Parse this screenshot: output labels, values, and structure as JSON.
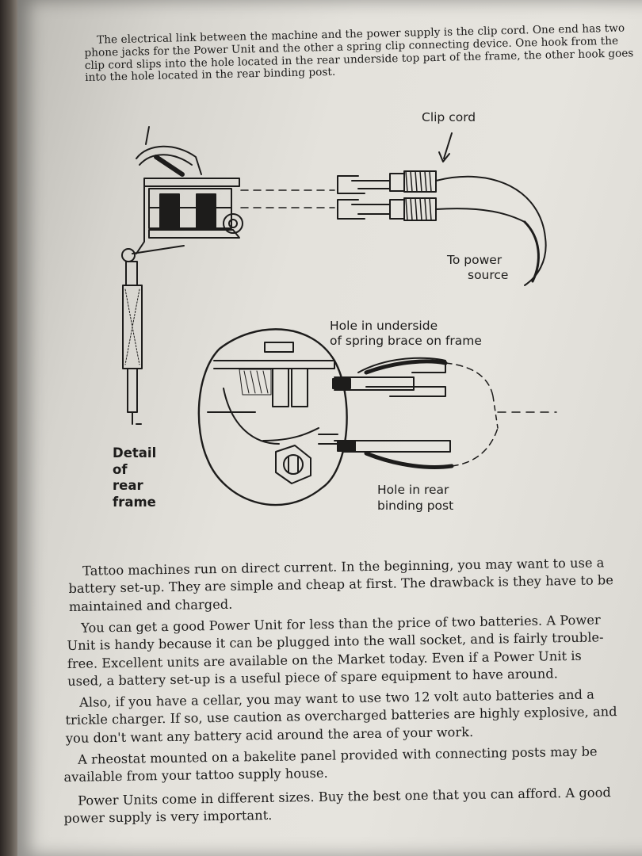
{
  "intro_paragraph": "The electrical link between the machine and the power supply is the clip cord. One end has two phone jacks for the Power Unit and the other a spring clip connecting device. One hook from the clip cord slips into the hole located in the rear underside top part of the frame, the other hook goes into the hole located in the rear binding post.",
  "figure": {
    "label_clip_cord": "Clip cord",
    "label_power_line1": "To power",
    "label_power_line2": "source",
    "label_hole_spring_line1": "Hole in underside",
    "label_hole_spring_line2": "of spring brace on frame",
    "label_detail_lines": [
      "Detail",
      "of",
      "rear",
      "frame"
    ],
    "label_hole_binding_line1": "Hole in rear",
    "label_hole_binding_line2": "binding post"
  },
  "body_paragraphs": [
    "Tattoo machines run on direct current. In the beginning, you may want to use a battery set-up. They are simple and cheap at first. The drawback is they have to be maintained and charged.",
    "You can get a good Power Unit for less than the price of two batteries. A Power Unit is handy because it can be plugged into the wall socket, and is fairly trouble-free. Excellent units are available on the Market today. Even if a Power Unit is used, a battery set-up is a useful piece of spare equipment to have around.",
    "Also, if you have a cellar, you may want to use two 12 volt auto batteries and a trickle charger. If so, use caution as overcharged batteries are highly explosive, and you don't want any battery acid around the area of your work.",
    "A rheostat mounted on a bakelite panel provided with connecting posts may be available from your tattoo supply house.",
    "Power Units come in different sizes. Buy the best one that you can afford. A good power supply is very important."
  ],
  "colors": {
    "page": "#e4e2dc",
    "ink": "#1d1c1b",
    "background": "#4a4641"
  }
}
